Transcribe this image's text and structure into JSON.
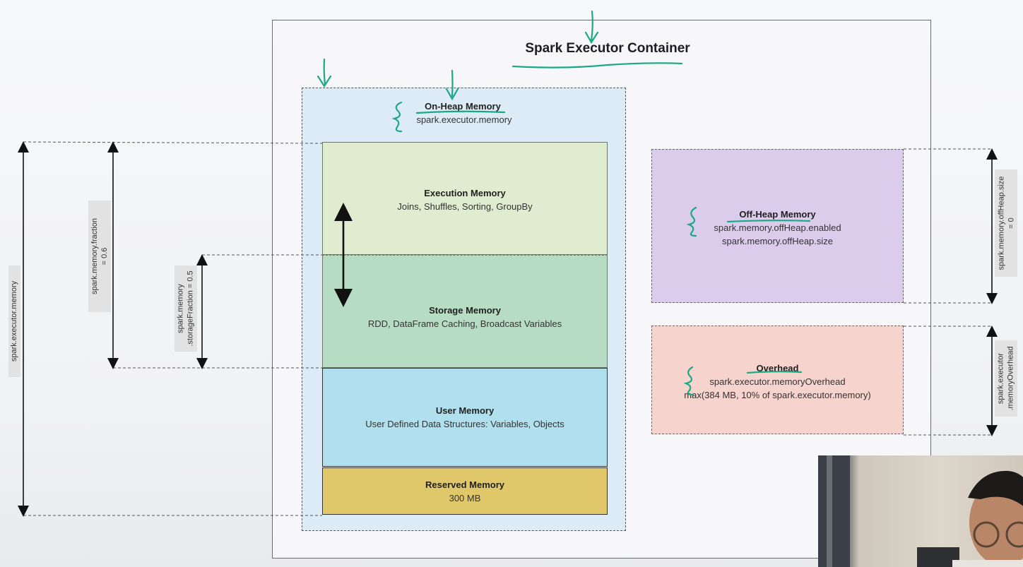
{
  "container": {
    "title": "Spark Executor Container"
  },
  "on_heap": {
    "title": "On-Heap Memory",
    "config": "spark.executor.memory"
  },
  "execution": {
    "title": "Execution Memory",
    "desc": "Joins, Shuffles, Sorting, GroupBy"
  },
  "storage": {
    "title": "Storage Memory",
    "desc": "RDD, DataFrame Caching, Broadcast Variables"
  },
  "user": {
    "title": "User Memory",
    "desc": "User Defined Data Structures: Variables, Objects"
  },
  "reserved": {
    "title": "Reserved Memory",
    "desc": "300 MB"
  },
  "off_heap": {
    "title": "Off-Heap Memory",
    "line1": "spark.memory.offHeap.enabled",
    "line2": "spark.memory.offHeap.size"
  },
  "overhead": {
    "title": "Overhead",
    "line1": "spark.executor.memoryOverhead",
    "line2": "max(384 MB, 10% of spark.executor.memory)"
  },
  "labels": {
    "executor_memory": "spark.executor.memory",
    "memory_fraction_1": "spark.memory.fraction",
    "memory_fraction_2": "= 0.6",
    "storage_fraction_1": "spark.memory",
    "storage_fraction_2": ".storageFraction = 0.5",
    "offheap_size_1": "spark.memory.offHeap.size",
    "offheap_size_2": "= 0",
    "overhead_1": "spark.executor",
    "overhead_2": ".memoryOverhead"
  },
  "colors": {
    "annotation": "#1ba884",
    "execution": "#dfeccf",
    "storage": "#b6dcc3",
    "user": "#b0e0ee",
    "reserved": "#dfc76a",
    "off_heap": "#dcccec",
    "overhead": "#f6d3cc",
    "on_heap_bg": "#dcebf6"
  }
}
